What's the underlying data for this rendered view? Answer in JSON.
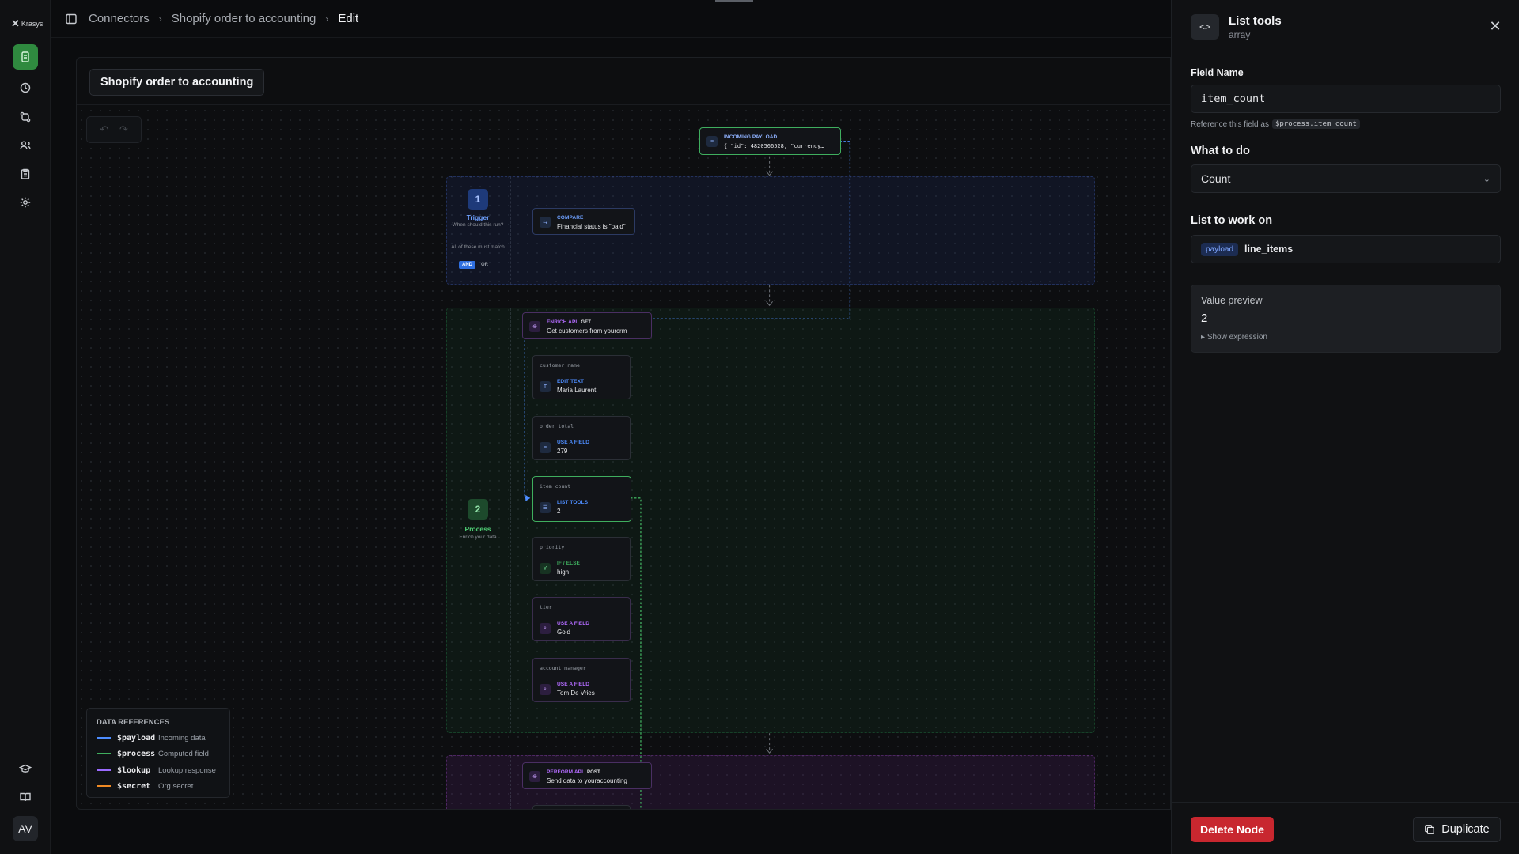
{
  "app": {
    "logo_text": "Krasys",
    "user_initials": "AV"
  },
  "breadcrumb": [
    "Connectors",
    "Shopify order to accounting",
    "Edit"
  ],
  "flow_title": "Shopify order to accounting",
  "undo_redo": {
    "undo": "↶",
    "redo": "↷"
  },
  "incoming_payload": {
    "kind": "INCOMING PAYLOAD",
    "value": "{ \"id\": 4820566528, \"currency…"
  },
  "trigger": {
    "step": "1",
    "label": "Trigger",
    "question": "When should this run?",
    "rule_hint": "All of these must match",
    "and": "AND",
    "or": "OR",
    "compare": {
      "kind": "COMPARE",
      "value": "Financial status is \"paid\""
    }
  },
  "process": {
    "step": "2",
    "label": "Process",
    "sub": "Enrich your data",
    "enrich": {
      "kind": "ENRICH API",
      "method": "GET",
      "value": "Get customers from yourcrm"
    },
    "fields": [
      {
        "name": "customer_name",
        "kind": "EDIT TEXT",
        "value": "Maria Laurent",
        "color": "#4d8dff"
      },
      {
        "name": "order_total",
        "kind": "USE A FIELD",
        "value": "279",
        "color": "#4d8dff"
      },
      {
        "name": "item_count",
        "kind": "LIST TOOLS",
        "value": "2",
        "color": "#4d8dff"
      },
      {
        "name": "priority",
        "kind": "IF / ELSE",
        "value": "high",
        "color": "#3fae5e"
      },
      {
        "name": "tier",
        "kind": "USE A FIELD",
        "value": "Gold",
        "color": "#b36bff"
      },
      {
        "name": "account_manager",
        "kind": "USE A FIELD",
        "value": "Tom De Vries",
        "color": "#b36bff"
      }
    ]
  },
  "output": {
    "kind": "PERFORM API",
    "method": "POST",
    "value": "Send data to youraccounting"
  },
  "legend": {
    "title": "DATA REFERENCES",
    "items": [
      {
        "key": "$payload",
        "desc": "Incoming data",
        "color": "#4d8dff"
      },
      {
        "key": "$process",
        "desc": "Computed field",
        "color": "#3fae5e"
      },
      {
        "key": "$lookup",
        "desc": "Lookup response",
        "color": "#9b6bff"
      },
      {
        "key": "$secret",
        "desc": "Org secret",
        "color": "#f08a24"
      }
    ]
  },
  "panel": {
    "title": "List tools",
    "subtitle": "array",
    "field_name_label": "Field Name",
    "field_name_value": "item_count",
    "reference_prefix": "Reference this field as",
    "reference_code": "$process.item_count",
    "what_label": "What to do",
    "what_value": "Count",
    "list_label": "List to work on",
    "list_chip": "payload",
    "list_value": "line_items",
    "preview_label": "Value preview",
    "preview_value": "2",
    "show_expression": "Show expression",
    "delete_label": "Delete Node",
    "duplicate_label": "Duplicate"
  }
}
